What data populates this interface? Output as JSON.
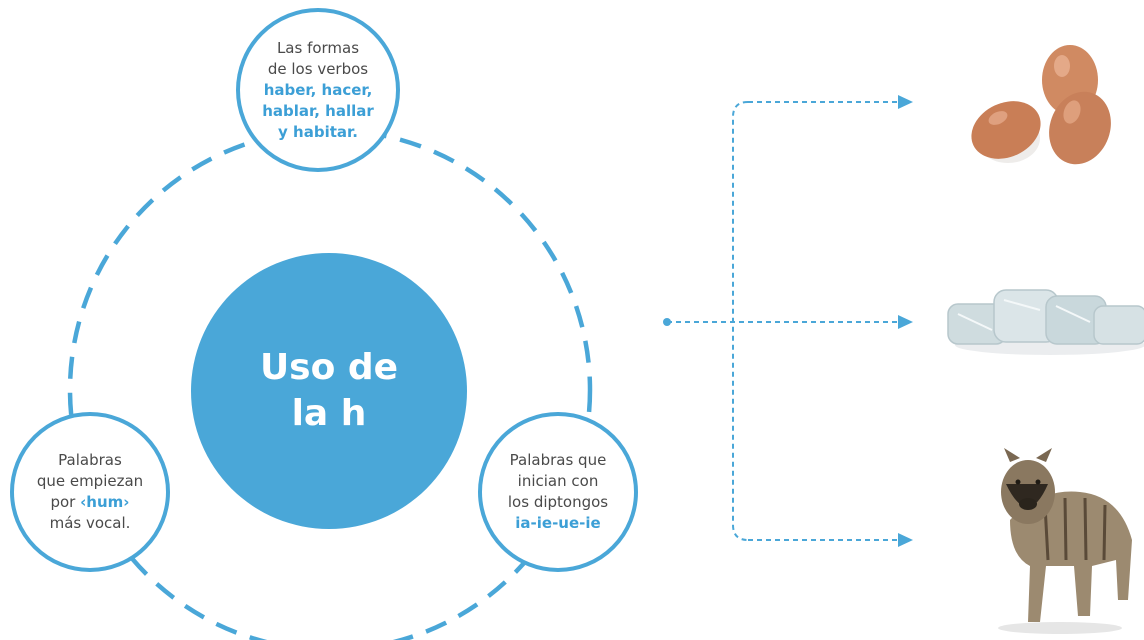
{
  "center": {
    "line1": "Uso de",
    "line2": "la h"
  },
  "nodes": {
    "top": {
      "l1": "Las formas",
      "l2": "de los verbos",
      "h1": "haber, hacer,",
      "h2": "hablar, hallar",
      "h3": "y habitar."
    },
    "left": {
      "l1": "Palabras",
      "l2": "que empiezan",
      "l3a": "por ",
      "l3b": "‹hum›",
      "l4": "más vocal."
    },
    "right": {
      "l1": "Palabras que",
      "l2": "inician con",
      "l3": "los diptongos",
      "h1": "ia-ie-ue-ie"
    }
  },
  "images": [
    "eggs-image",
    "ice-image",
    "hyena-image"
  ],
  "colors": {
    "accent": "#4aa7d8",
    "highlight": "#3c9fd6",
    "text": "#4a4a4a"
  }
}
